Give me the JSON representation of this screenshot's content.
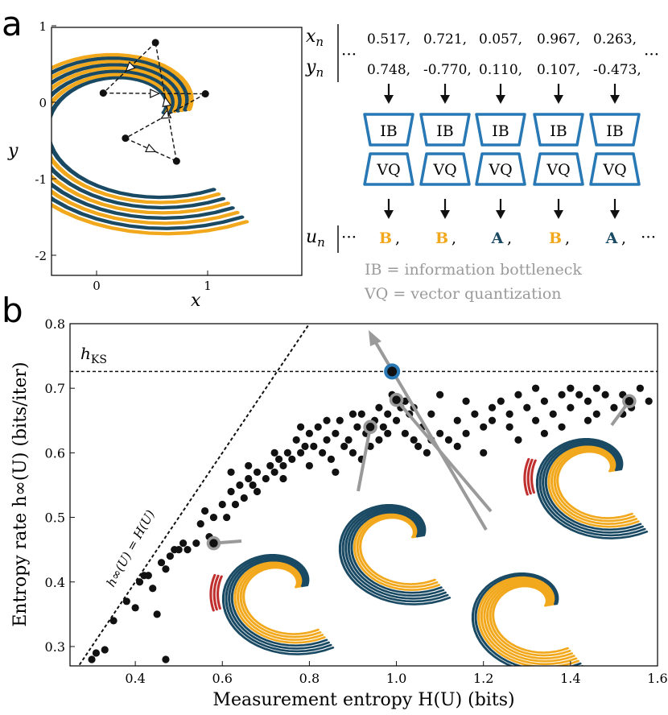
{
  "colors": {
    "blue": "#1a4a63",
    "orange": "#f2a81d",
    "red": "#c0302f",
    "box": "#2878b5",
    "gray": "#9a9a9a",
    "black": "#111111"
  },
  "panel_a": {
    "label": "a",
    "xlabel": "x",
    "ylabel": "y",
    "xticks": [
      "0",
      "1"
    ],
    "yticks": [
      "1",
      "0",
      "-1",
      "-2"
    ],
    "seq_labels": {
      "x": "x",
      "x_sub": "n",
      "y": "y",
      "y_sub": "n",
      "u": "u",
      "u_sub": "n"
    },
    "ellipsis": "···",
    "x_values": [
      "0.517,",
      "0.721,",
      "0.057,",
      "0.967,",
      "0.263,"
    ],
    "y_values": [
      "0.748,",
      "-0.770,",
      "0.110,",
      "0.107,",
      "-0.473,"
    ],
    "ib_label": "IB",
    "vq_label": "VQ",
    "symbols": [
      "B",
      "B",
      "A",
      "B",
      "A"
    ],
    "symbol_comma": ",",
    "legend_ib": "IB = information bottleneck",
    "legend_vq": "VQ = vector quantization",
    "trajectory": [
      [
        0.53,
        0.78
      ],
      [
        0.06,
        0.12
      ],
      [
        0.98,
        0.11
      ],
      [
        0.26,
        -0.47
      ],
      [
        0.72,
        -0.77
      ],
      [
        0.53,
        0.78
      ]
    ]
  },
  "panel_b": {
    "label": "b",
    "hks_label": "h",
    "hks_sub": "KS",
    "diag_label": "h∞(U) = H(U)",
    "chart_data": {
      "type": "scatter",
      "xlabel": "Measurement entropy H(U) (bits)",
      "ylabel": "Entropy rate h∞(U) (bits/iter)",
      "xlim": [
        0.25,
        1.6
      ],
      "ylim": [
        0.27,
        0.8
      ],
      "xticks": [
        "0.4",
        "0.6",
        "0.8",
        "1.0",
        "1.2",
        "1.4",
        "1.6"
      ],
      "yticks": [
        "0.3",
        "0.4",
        "0.5",
        "0.6",
        "0.7",
        "0.8"
      ],
      "h_ks": 0.726,
      "grid": false,
      "highlight": {
        "x": 0.99,
        "y": 0.726
      },
      "gray_markers": [
        [
          0.58,
          0.46
        ],
        [
          0.94,
          0.64
        ],
        [
          1.0,
          0.682
        ],
        [
          1.535,
          0.68
        ]
      ],
      "points": [
        [
          0.3,
          0.28
        ],
        [
          0.31,
          0.29
        ],
        [
          0.33,
          0.295
        ],
        [
          0.35,
          0.34
        ],
        [
          0.38,
          0.37
        ],
        [
          0.4,
          0.36
        ],
        [
          0.41,
          0.4
        ],
        [
          0.42,
          0.41
        ],
        [
          0.43,
          0.41
        ],
        [
          0.44,
          0.39
        ],
        [
          0.45,
          0.35
        ],
        [
          0.46,
          0.43
        ],
        [
          0.47,
          0.28
        ],
        [
          0.47,
          0.42
        ],
        [
          0.48,
          0.44
        ],
        [
          0.49,
          0.45
        ],
        [
          0.5,
          0.45
        ],
        [
          0.51,
          0.46
        ],
        [
          0.52,
          0.45
        ],
        [
          0.54,
          0.46
        ],
        [
          0.55,
          0.49
        ],
        [
          0.57,
          0.47
        ],
        [
          0.58,
          0.5
        ],
        [
          0.6,
          0.52
        ],
        [
          0.61,
          0.5
        ],
        [
          0.62,
          0.54
        ],
        [
          0.63,
          0.52
        ],
        [
          0.64,
          0.55
        ],
        [
          0.65,
          0.53
        ],
        [
          0.66,
          0.56
        ],
        [
          0.67,
          0.55
        ],
        [
          0.68,
          0.57
        ],
        [
          0.7,
          0.56
        ],
        [
          0.71,
          0.58
        ],
        [
          0.72,
          0.57
        ],
        [
          0.73,
          0.59
        ],
        [
          0.74,
          0.58
        ],
        [
          0.75,
          0.6
        ],
        [
          0.76,
          0.59
        ],
        [
          0.77,
          0.62
        ],
        [
          0.78,
          0.6
        ],
        [
          0.79,
          0.61
        ],
        [
          0.8,
          0.63
        ],
        [
          0.81,
          0.61
        ],
        [
          0.82,
          0.64
        ],
        [
          0.83,
          0.6
        ],
        [
          0.84,
          0.62
        ],
        [
          0.85,
          0.59
        ],
        [
          0.86,
          0.63
        ],
        [
          0.87,
          0.65
        ],
        [
          0.88,
          0.61
        ],
        [
          0.89,
          0.62
        ],
        [
          0.9,
          0.6
        ],
        [
          0.91,
          0.64
        ],
        [
          0.92,
          0.66
        ],
        [
          0.93,
          0.63
        ],
        [
          0.94,
          0.61
        ],
        [
          0.95,
          0.65
        ],
        [
          0.96,
          0.67
        ],
        [
          0.97,
          0.64
        ],
        [
          0.98,
          0.66
        ],
        [
          0.99,
          0.69
        ],
        [
          1.0,
          0.65
        ],
        [
          1.01,
          0.67
        ],
        [
          1.02,
          0.63
        ],
        [
          1.03,
          0.66
        ],
        [
          1.04,
          0.62
        ],
        [
          1.05,
          0.61
        ],
        [
          1.06,
          0.64
        ],
        [
          1.07,
          0.6
        ],
        [
          1.08,
          0.62
        ],
        [
          1.1,
          0.63
        ],
        [
          1.12,
          0.62
        ],
        [
          1.14,
          0.65
        ],
        [
          1.16,
          0.63
        ],
        [
          1.18,
          0.66
        ],
        [
          1.2,
          0.64
        ],
        [
          1.22,
          0.67
        ],
        [
          1.24,
          0.68
        ],
        [
          1.26,
          0.66
        ],
        [
          1.28,
          0.69
        ],
        [
          1.3,
          0.67
        ],
        [
          1.32,
          0.7
        ],
        [
          1.34,
          0.68
        ],
        [
          1.36,
          0.66
        ],
        [
          1.38,
          0.69
        ],
        [
          1.4,
          0.67
        ],
        [
          1.42,
          0.69
        ],
        [
          1.44,
          0.68
        ],
        [
          1.46,
          0.66
        ],
        [
          1.48,
          0.69
        ],
        [
          1.5,
          0.67
        ],
        [
          1.52,
          0.69
        ],
        [
          1.54,
          0.67
        ],
        [
          1.56,
          0.7
        ],
        [
          1.58,
          0.68
        ],
        [
          0.66,
          0.58
        ],
        [
          0.72,
          0.6
        ],
        [
          0.78,
          0.64
        ],
        [
          0.84,
          0.65
        ],
        [
          0.9,
          0.66
        ],
        [
          0.96,
          0.62
        ],
        [
          1.02,
          0.68
        ],
        [
          1.08,
          0.66
        ],
        [
          1.14,
          0.61
        ],
        [
          1.2,
          0.6
        ],
        [
          1.26,
          0.64
        ],
        [
          1.32,
          0.65
        ],
        [
          1.38,
          0.64
        ],
        [
          1.44,
          0.65
        ],
        [
          0.56,
          0.51
        ],
        [
          0.62,
          0.57
        ],
        [
          0.68,
          0.54
        ],
        [
          0.74,
          0.56
        ],
        [
          0.8,
          0.58
        ],
        [
          0.86,
          0.57
        ],
        [
          0.92,
          0.59
        ],
        [
          0.98,
          0.63
        ],
        [
          1.04,
          0.67
        ],
        [
          1.1,
          0.69
        ],
        [
          1.16,
          0.68
        ],
        [
          1.22,
          0.65
        ],
        [
          1.28,
          0.62
        ],
        [
          1.34,
          0.63
        ],
        [
          1.4,
          0.7
        ],
        [
          1.46,
          0.7
        ],
        [
          1.52,
          0.66
        ]
      ]
    }
  }
}
